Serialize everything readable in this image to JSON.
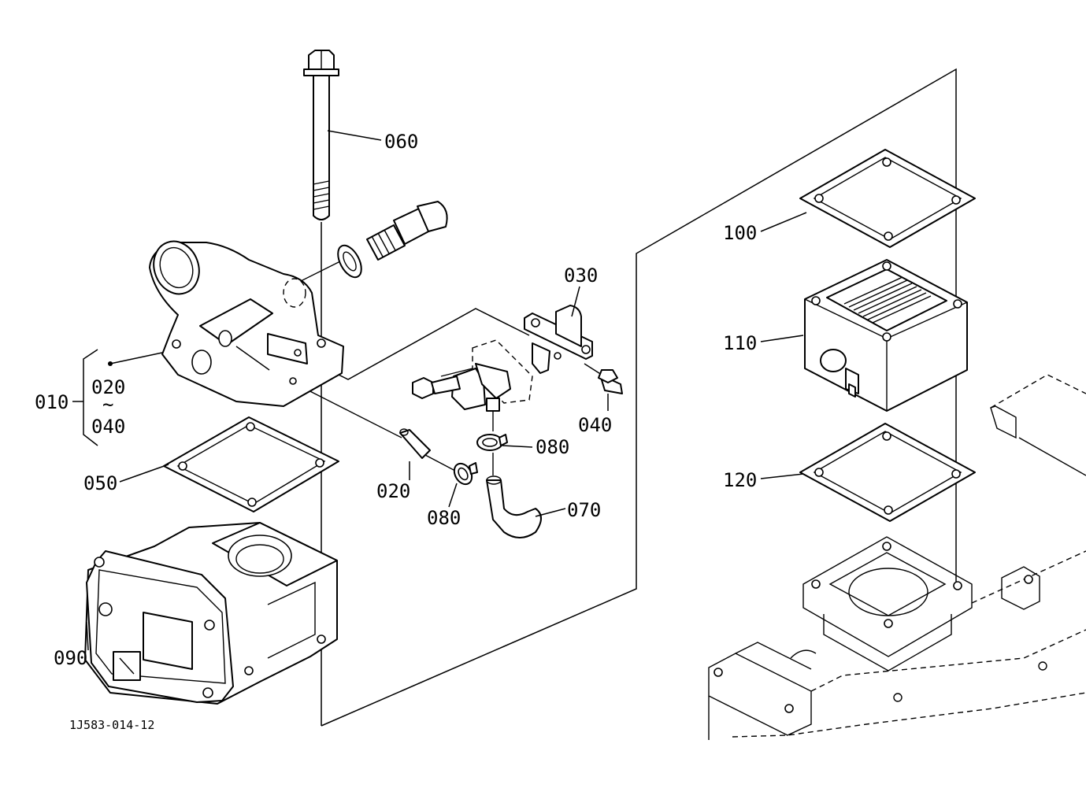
{
  "diagram_code": "1J583-014-12",
  "labels": {
    "p010": "010",
    "p020_range_start": "020",
    "range_separator": "~",
    "p040_range_end": "040",
    "p020": "020",
    "p030": "030",
    "p040": "040",
    "p050": "050",
    "p060": "060",
    "p070": "070",
    "p080_a": "080",
    "p080_b": "080",
    "p090": "090",
    "p100": "100",
    "p110": "110",
    "p120": "120"
  },
  "colors": {
    "line": "#000000",
    "background": "#ffffff"
  }
}
